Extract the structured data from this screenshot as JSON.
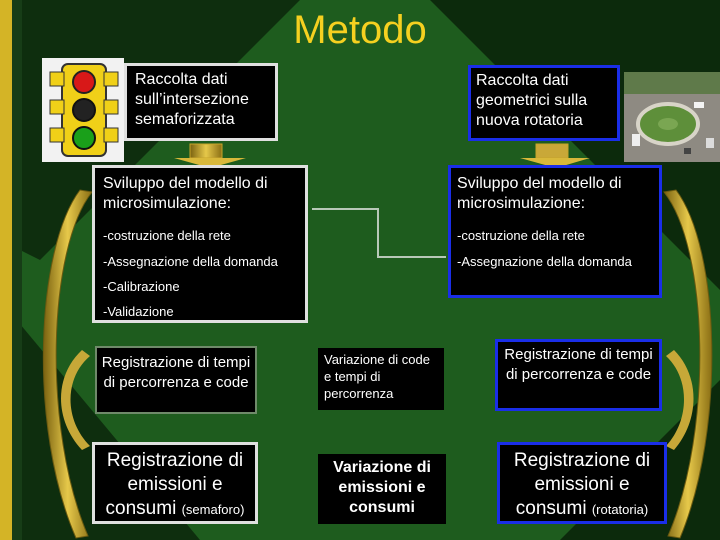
{
  "title": "Metodo",
  "colors": {
    "accent": "#f5d020",
    "blue_border": "#1a2ee8",
    "green_bg": "#1f5a1f"
  },
  "top_left": {
    "text": "Raccolta dati sull’intersezione semaforizzata"
  },
  "top_right": {
    "text": "Raccolta dati geometrici sulla nuova rotatoria"
  },
  "model_left": {
    "heading": "Sviluppo del modello di microsimulazione:",
    "items": [
      "-costruzione della rete",
      "-Assegnazione della domanda",
      "-Calibrazione",
      "-Validazione"
    ]
  },
  "model_right": {
    "heading": "Sviluppo del modello di microsimulazione:",
    "items": [
      "-costruzione della rete",
      "-Assegnazione della domanda"
    ]
  },
  "row1": {
    "left": "Registrazione di tempi di percorrenza e code",
    "middle": "Variazione di code e tempi di percorrenza",
    "right": "Registrazione di tempi di percorrenza e code"
  },
  "row2": {
    "left_main": "Registrazione di emissioni e consumi",
    "left_note": "(semaforo)",
    "middle": "Variazione di emissioni e consumi",
    "right_main": "Registrazione di emissioni e consumi",
    "right_note": "(rotatoria)"
  },
  "icons": [
    "traffic-light-icon",
    "roundabout-photo-icon",
    "down-arrow-icon",
    "curved-arrow-icon"
  ]
}
